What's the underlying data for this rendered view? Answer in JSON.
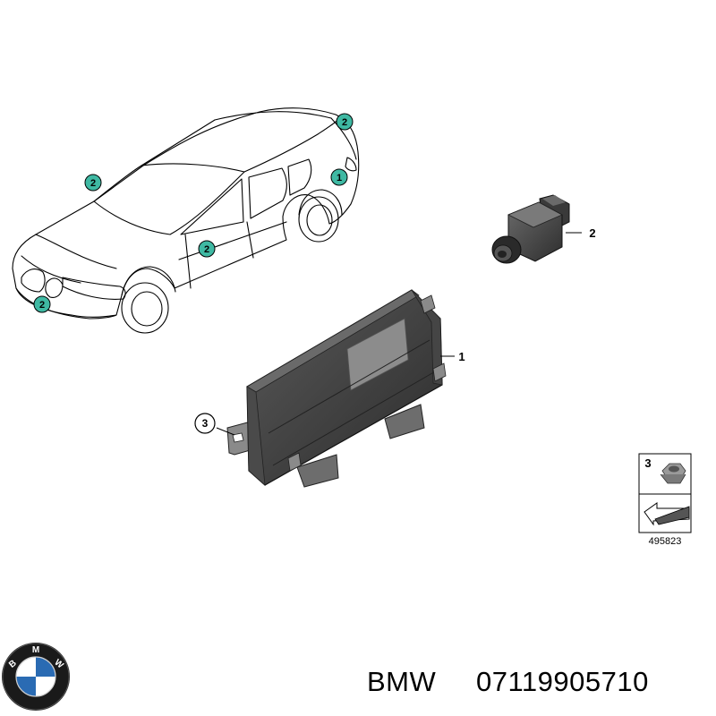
{
  "colors": {
    "callout_fill": "#3fb9a3",
    "module_dark": "#3a3a3a",
    "module_mid": "#555555",
    "logo_blue": "#2a6bb3"
  },
  "callouts_on_car": {
    "rear_top": "2",
    "rear_right": "1",
    "front_door_left": "2",
    "center_door": "2",
    "front_bumper": "2"
  },
  "part_labels": {
    "control_unit": "1",
    "camera": "2",
    "nut": "3"
  },
  "legend": {
    "item_number": "3",
    "diagram_id": "495823"
  },
  "logo": {
    "letters": [
      "B",
      "M",
      "W"
    ]
  },
  "footer": {
    "brand": "BMW",
    "part_number": "07119905710"
  }
}
